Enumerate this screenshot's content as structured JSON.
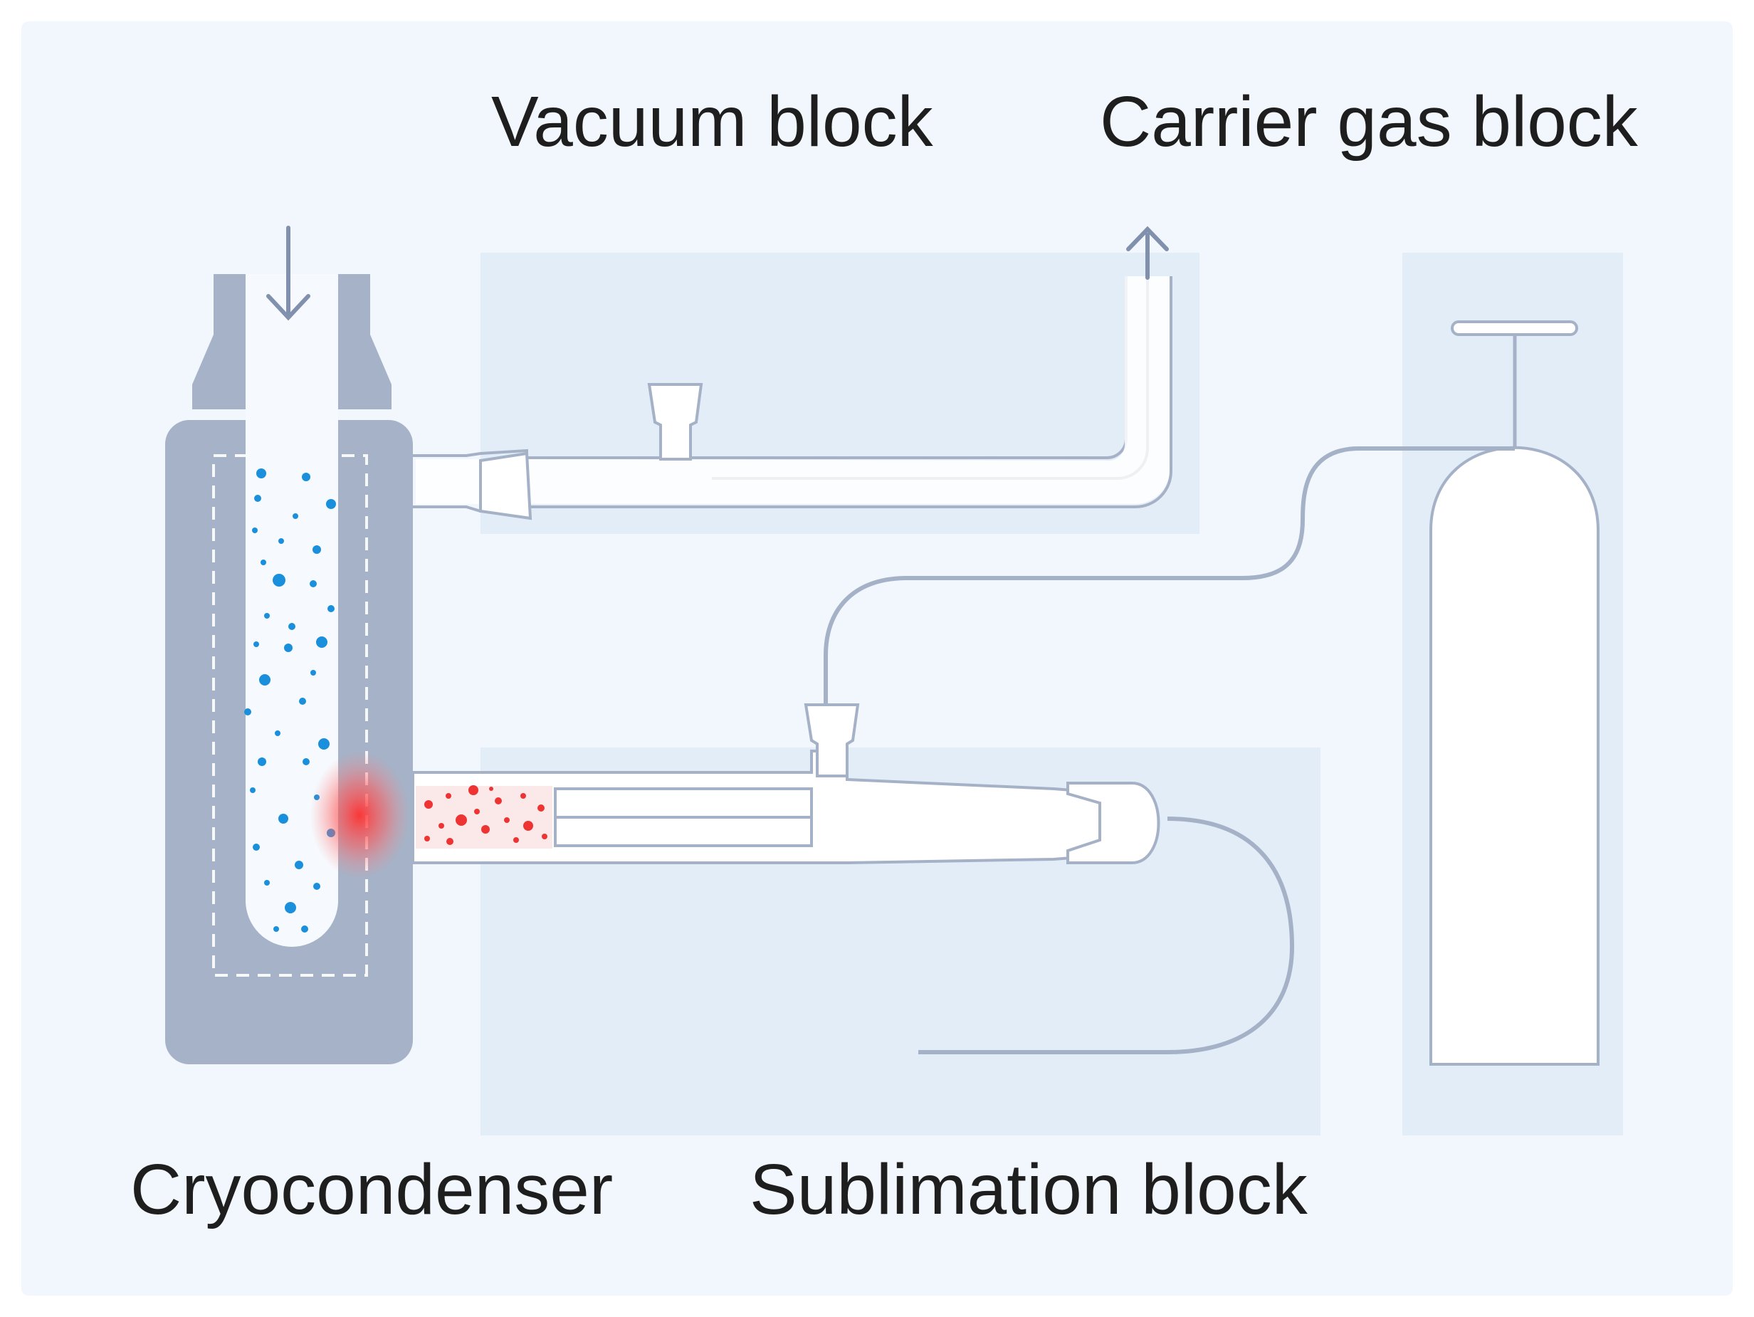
{
  "labels": {
    "vacuum_block": "Vacuum block",
    "carrier_gas_block": "Carrier gas block",
    "cryocondenser": "Cryocondenser",
    "sublimation_block": "Sublimation block"
  },
  "colors": {
    "background": "#f1f7fc",
    "block_panel": "#e3edf8",
    "device_gray": "#a6b2c7",
    "tube_outline": "#9facc2",
    "laser_red": "#ff4a4a",
    "particle_blue": "#1a8fdc",
    "particle_red": "#ee3333"
  },
  "icons": {
    "inlet": "arrow-down-icon",
    "outlet": "arrow-up-icon"
  }
}
